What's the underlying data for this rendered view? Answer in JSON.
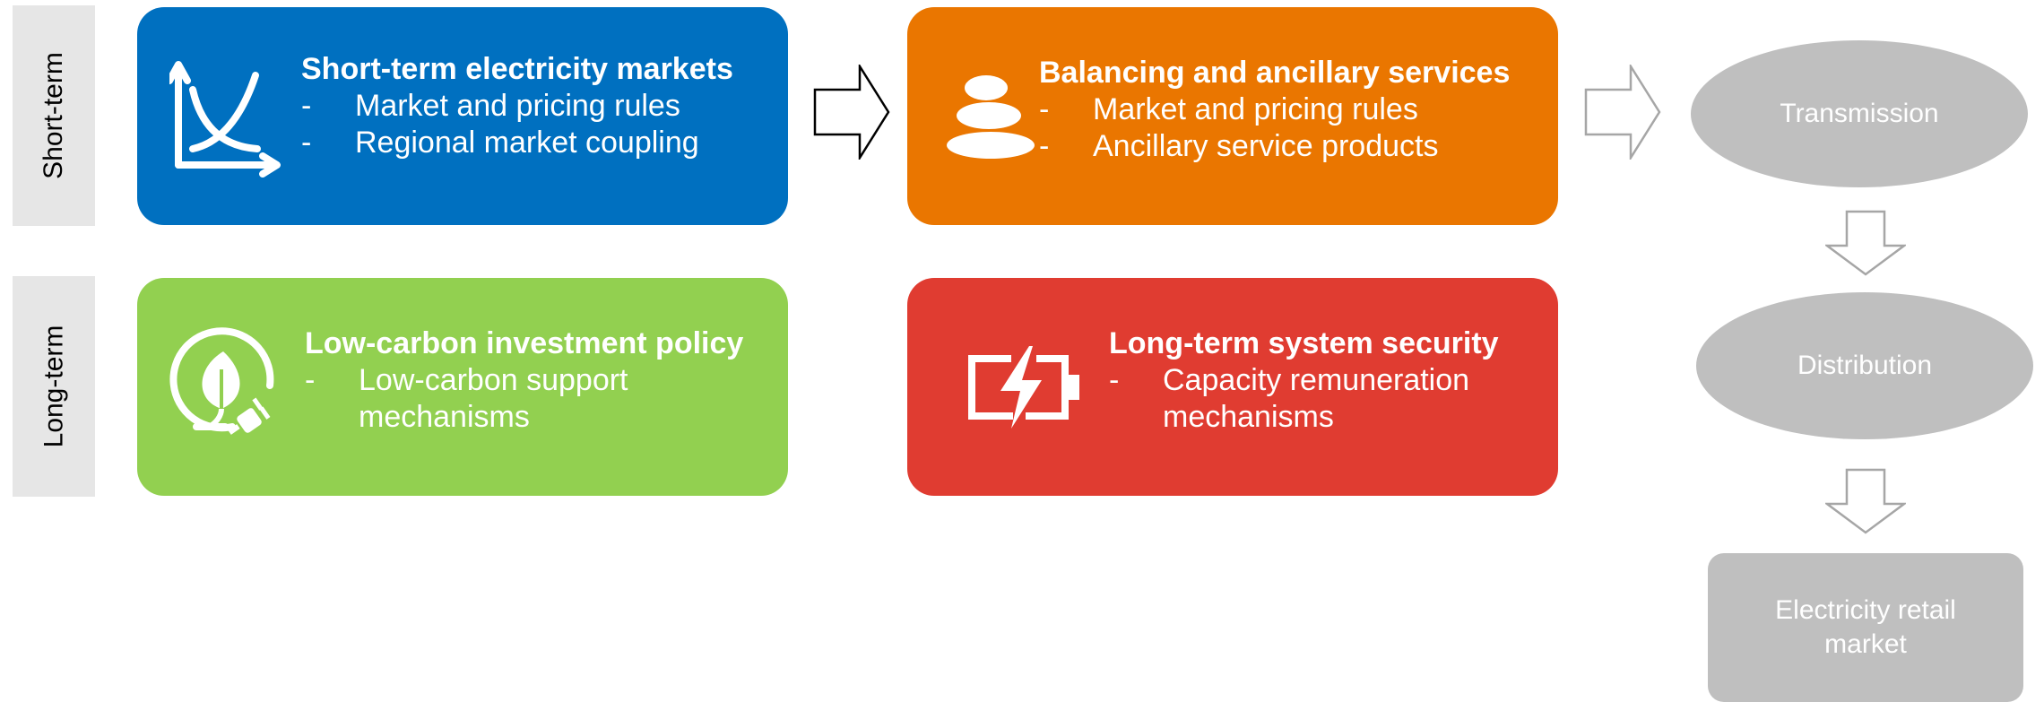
{
  "row_labels": {
    "short": "Short-term",
    "long": "Long-term"
  },
  "boxes": {
    "short_term_markets": {
      "title": "Short-term electricity markets",
      "bullets": [
        "Market and pricing rules",
        "Regional market coupling"
      ],
      "color": "#0070c0",
      "icon": "chart-axes-icon"
    },
    "balancing": {
      "title": "Balancing and ancillary services",
      "bullets": [
        "Market and pricing rules",
        "Ancillary service products"
      ],
      "color": "#ea7600",
      "icon": "stacked-stones-icon"
    },
    "low_carbon": {
      "title": "Low-carbon investment policy",
      "bullets": [
        "Low-carbon support mechanisms"
      ],
      "color": "#92d050",
      "icon": "leaf-plug-icon"
    },
    "system_security": {
      "title": "Long-term system security",
      "bullets": [
        "Capacity remuneration mechanisms"
      ],
      "color": "#e03c31",
      "icon": "battery-bolt-icon"
    }
  },
  "grey_nodes": {
    "transmission": "Transmission",
    "distribution": "Distribution",
    "retail": "Electricity retail market",
    "color": "#bfbfbf"
  }
}
